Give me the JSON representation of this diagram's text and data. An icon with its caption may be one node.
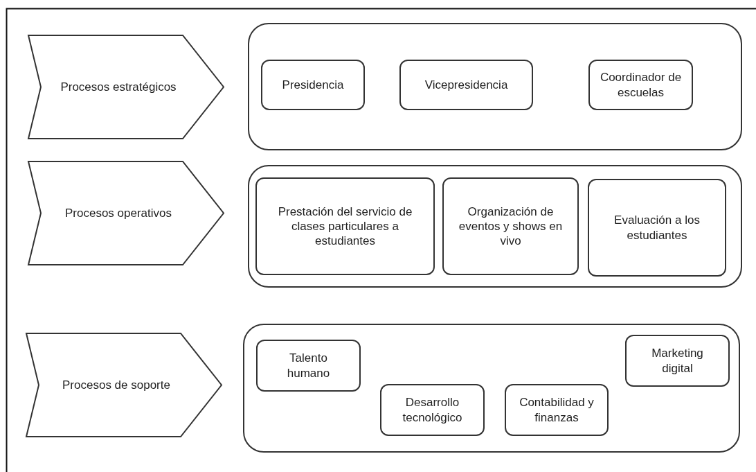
{
  "diagram": {
    "nodes": [
      {
        "text": [
          "Procesos estratégicos"
        ]
      },
      {
        "text": [],
        "shape": "box"
      },
      {
        "text": [
          "Presidencia"
        ],
        "in": 1
      },
      {
        "text": [
          "Vicepresidencia"
        ],
        "in": 1
      },
      {
        "text": [
          "Coordinador de escuelas"
        ],
        "in": 1
      },
      {
        "text": [
          "Procesos operativos"
        ]
      },
      {
        "text": [],
        "shape": "box"
      },
      {
        "text": [
          "Prestación del servicio de clases particulares a estudiantes"
        ],
        "in": 6
      },
      {
        "text": [
          "Organización de eventos y shows en vivo"
        ],
        "in": 6
      },
      {
        "text": [
          "Evaluación a los estudiantes"
        ],
        "in": 6
      },
      {
        "text": [
          "Procesos de soporte"
        ]
      },
      {
        "text": [],
        "shape": "box"
      },
      {
        "text": [
          "Talento humano"
        ],
        "in": 11
      },
      {
        "text": [
          "Desarrollo tecnológico"
        ],
        "in": 11
      },
      {
        "text": [
          "Contabilidad y finanzas"
        ],
        "in": 11
      },
      {
        "text": [
          "Marketing digital"
        ],
        "in": 11
      }
    ],
    "edges": []
  }
}
